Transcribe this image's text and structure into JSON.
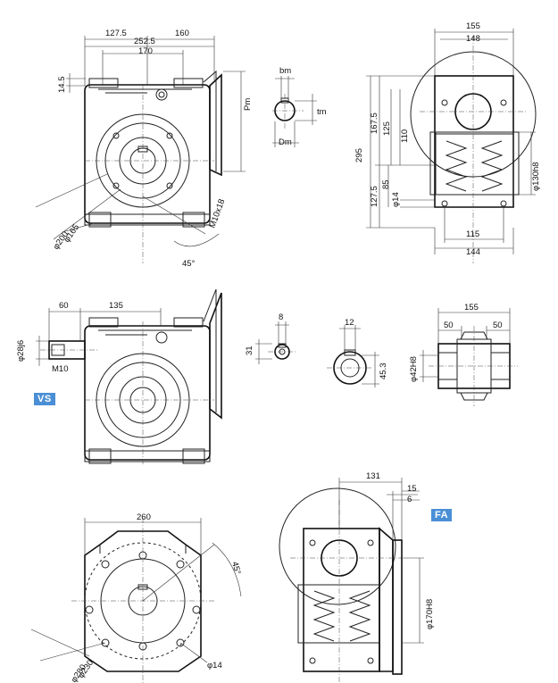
{
  "badges": {
    "vs": "VS",
    "fa": "FA"
  },
  "view1": {
    "dims": {
      "a": "127.5",
      "b": "160",
      "c": "252.5",
      "d": "170",
      "e": "14.5",
      "f": "Pm",
      "g": "M10x18",
      "h": "φ165",
      "i": "φ200",
      "angle": "45°"
    }
  },
  "shaft": {
    "bm": "bm",
    "tm": "tm",
    "dm": "Dm"
  },
  "view2": {
    "dims": {
      "w155": "155",
      "w148": "148",
      "h295": "295",
      "h167": "167.5",
      "h125": "125",
      "h110": "110",
      "h127": "127.5",
      "h85": "85",
      "d14": "φ14",
      "d130": "φ130h8",
      "w115": "115",
      "w144": "144"
    }
  },
  "view3": {
    "dims": {
      "a60": "60",
      "a135": "135",
      "d28": "φ28j6",
      "m10": "M10"
    }
  },
  "key1": {
    "w8": "8",
    "h31": "31"
  },
  "key2": {
    "w12": "12",
    "h45": "45.3"
  },
  "view4": {
    "dims": {
      "w155": "155",
      "w50a": "50",
      "w50b": "50",
      "d42": "φ42H8"
    }
  },
  "view5": {
    "dims": {
      "w260": "260",
      "ang": "45°",
      "d230": "φ230",
      "d280": "φ280",
      "d14": "φ14"
    }
  },
  "view6": {
    "dims": {
      "w131": "131",
      "w15": "15",
      "w6": "6",
      "d170": "φ170H8"
    }
  }
}
